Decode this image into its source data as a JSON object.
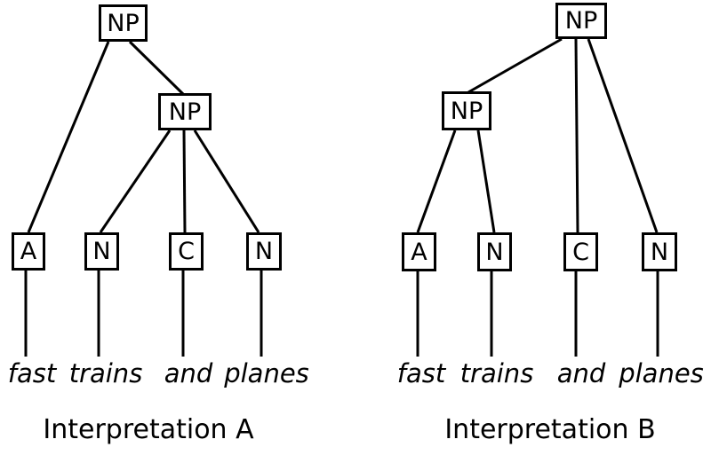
{
  "colors": {
    "background": "#ffffff",
    "ink": "#000000"
  },
  "trees": [
    {
      "caption": "Interpretation A",
      "root_label": "NP",
      "inner_label": "NP",
      "leaf_labels": [
        "A",
        "N",
        "C",
        "N"
      ],
      "words": [
        "fast",
        "trains",
        "and",
        "planes"
      ],
      "bracketing": "[NP [A fast] [NP [N trains] [C and] [N planes]]]"
    },
    {
      "caption": "Interpretation B",
      "root_label": "NP",
      "inner_label": "NP",
      "leaf_labels": [
        "A",
        "N",
        "C",
        "N"
      ],
      "words": [
        "fast",
        "trains",
        "and",
        "planes"
      ],
      "bracketing": "[NP [NP [A fast] [N trains]] [C and] [N planes]]"
    }
  ]
}
